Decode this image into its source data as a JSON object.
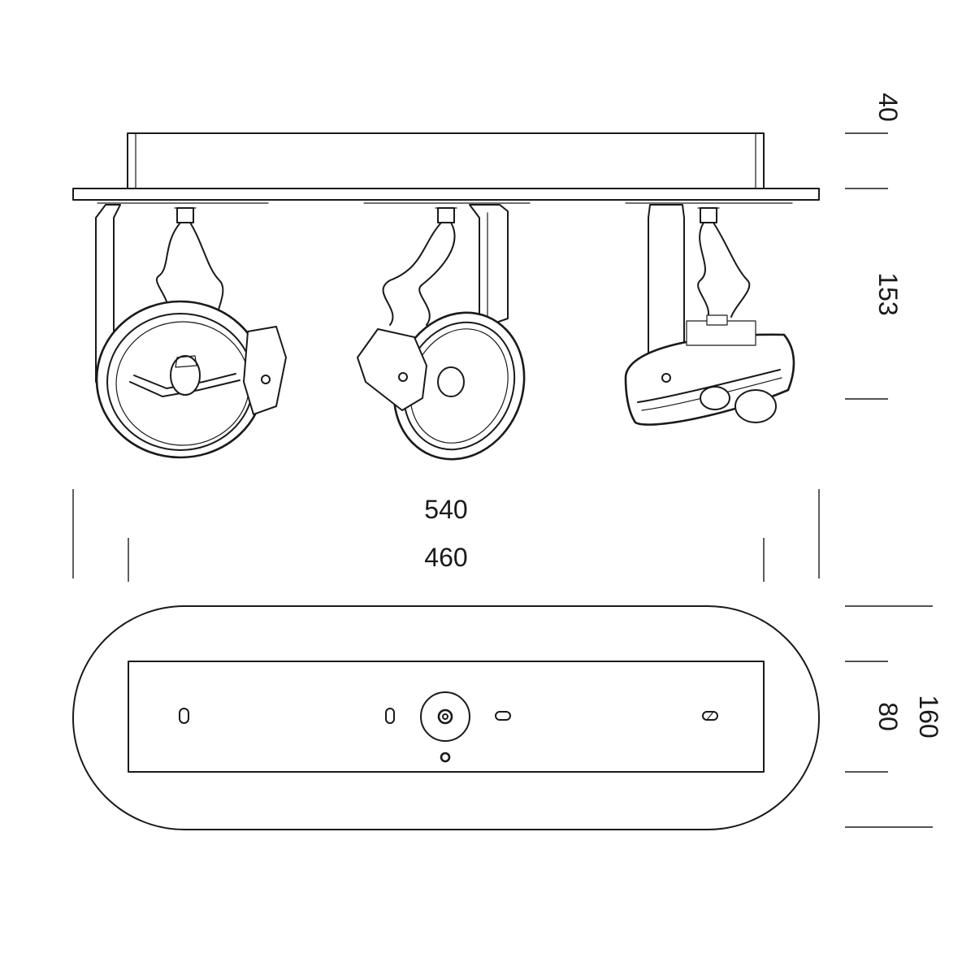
{
  "dimensions": {
    "plate_height": "40",
    "spot_height": "153",
    "overall_width": "540",
    "inner_width": "460",
    "plate_depth": "160",
    "inner_depth": "80"
  },
  "colors": {
    "line": "#1a1a1a",
    "background": "#ffffff"
  }
}
